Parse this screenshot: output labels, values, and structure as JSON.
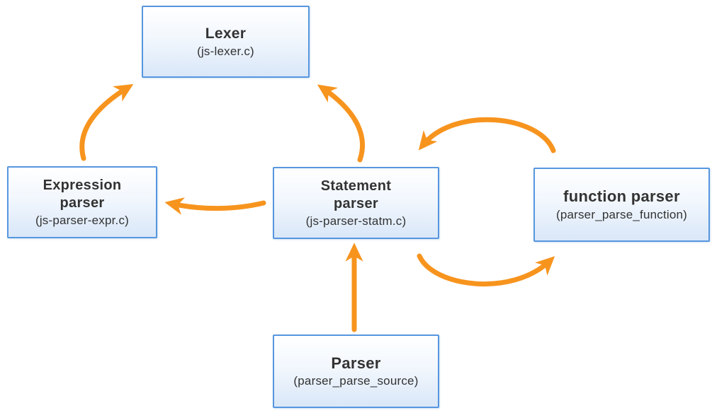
{
  "diagram": {
    "colors": {
      "arrow": "#F7941E",
      "node_border": "#5696DF",
      "node_fill_top": "#FFFFFF",
      "node_fill_bottom": "#D9E7F8",
      "text": "#333333",
      "background": "#FFFFFF"
    },
    "nodes": [
      {
        "id": "lexer",
        "title": "Lexer",
        "subtitle": "(js-lexer.c)"
      },
      {
        "id": "expression-parser",
        "title": "Expression\nparser",
        "subtitle": "(js-parser-expr.c)"
      },
      {
        "id": "statement-parser",
        "title": "Statement\nparser",
        "subtitle": "(js-parser-statm.c)"
      },
      {
        "id": "function-parser",
        "title": "function parser",
        "subtitle": "(parser_parse_function)"
      },
      {
        "id": "parser",
        "title": "Parser",
        "subtitle": "(parser_parse_source)"
      }
    ],
    "edges": [
      {
        "from": "expression-parser",
        "to": "lexer",
        "style": "curved"
      },
      {
        "from": "statement-parser",
        "to": "lexer",
        "style": "curved"
      },
      {
        "from": "statement-parser",
        "to": "expression-parser",
        "style": "curved"
      },
      {
        "from": "function-parser",
        "to": "statement-parser",
        "style": "arc-over"
      },
      {
        "from": "statement-parser",
        "to": "function-parser",
        "style": "arc-under"
      },
      {
        "from": "parser",
        "to": "statement-parser",
        "style": "straight"
      }
    ]
  }
}
